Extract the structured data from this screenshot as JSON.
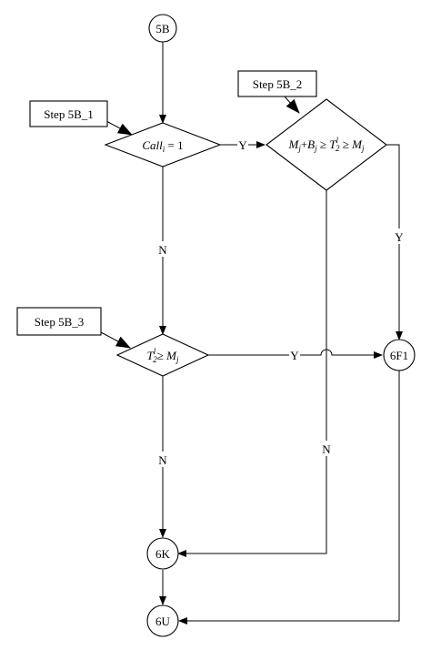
{
  "nodes": {
    "n5b": "5B",
    "n6f1": "6F1",
    "n6k": "6K",
    "n6u": "6U"
  },
  "steps": {
    "step1": "Step 5B_1",
    "step2": "Step 5B_2",
    "step3": "Step 5B_3"
  },
  "decisions": {
    "d1": {
      "var": "Call",
      "sub": "i",
      "rest": " = 1"
    },
    "d2": {
      "m1": "M",
      "m1sub": "j",
      "plus": "+",
      "b": "B",
      "bsub": "j",
      "ge1": " ≥ ",
      "t": "T",
      "tsub": "2",
      "tsup": "l",
      "ge2": " ≥ ",
      "m2": "M",
      "m2sub": "j"
    },
    "d3": {
      "t": "T",
      "tsub": "2",
      "tsup": "l",
      "ge": "≥ ",
      "m": "M",
      "msub": "j"
    }
  },
  "edge_labels": {
    "d1_yes": "Y",
    "d1_no": "N",
    "d2_yes": "Y",
    "d2_no": "N",
    "d3_yes": "Y",
    "d3_no": "N"
  }
}
